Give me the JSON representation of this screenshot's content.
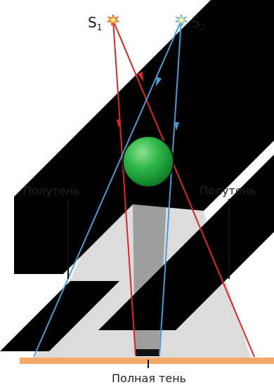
{
  "sources": {
    "s1": {
      "letter": "S",
      "index": "1"
    },
    "s2": {
      "letter": "S",
      "index": "2"
    }
  },
  "labels": {
    "penumbra_left": "Полутень",
    "penumbra_right": "Полутень",
    "umbra": "Полная тень"
  },
  "colors": {
    "ray_s1": "#d9262c",
    "ray_s2": "#4a9bd4",
    "ground": "#f4a96a",
    "ball": "#1fa43a",
    "penumbra": "#d2d2d2",
    "umbra": "#7a7a7a",
    "watermark": "#000000"
  }
}
